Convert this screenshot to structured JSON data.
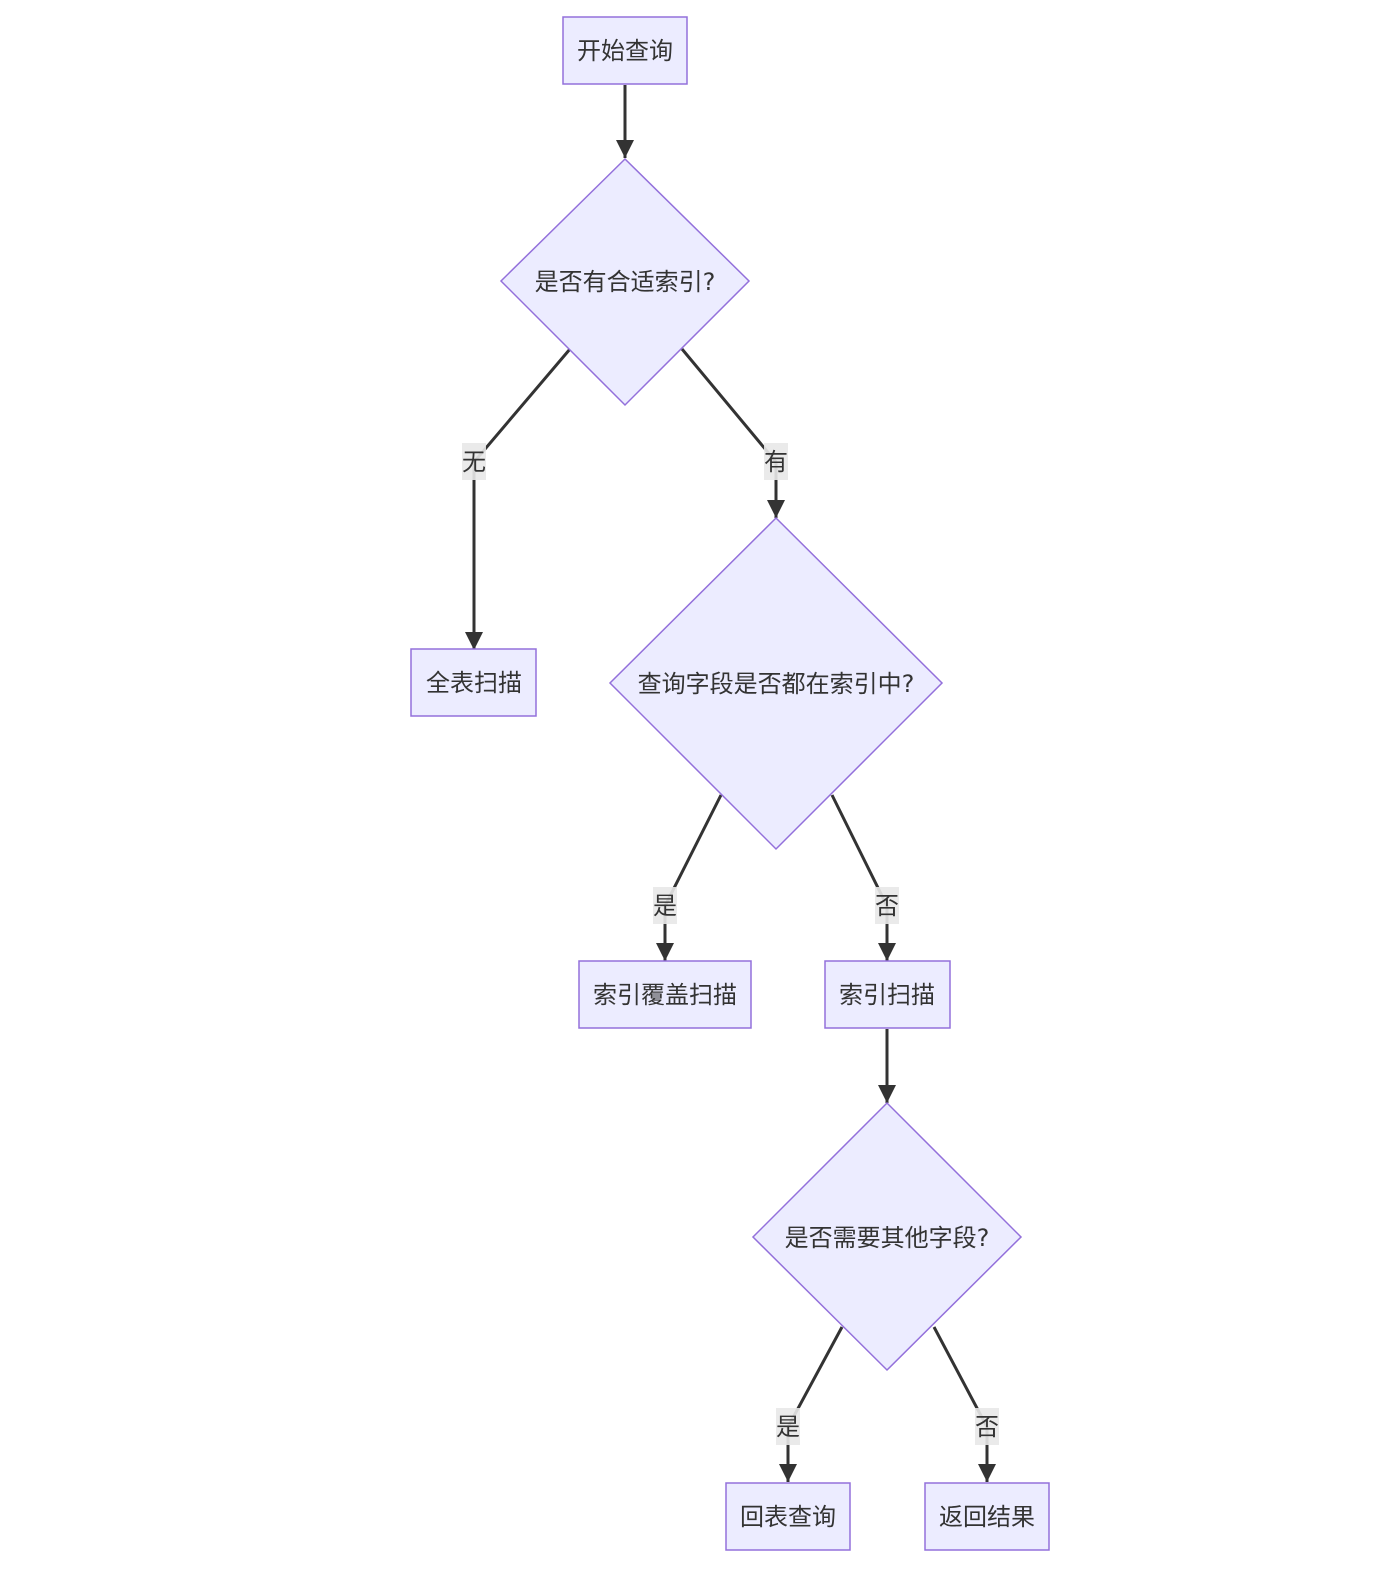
{
  "diagram": {
    "nodes": {
      "start": {
        "label": "开始查询"
      },
      "has_index": {
        "label": "是否有合适索引?"
      },
      "full_scan": {
        "label": "全表扫描"
      },
      "fields_in_index": {
        "label": "查询字段是否都在索引中?"
      },
      "covering_scan": {
        "label": "索引覆盖扫描"
      },
      "index_scan": {
        "label": "索引扫描"
      },
      "need_other_fields": {
        "label": "是否需要其他字段?"
      },
      "back_to_table": {
        "label": "回表查询"
      },
      "return_result": {
        "label": "返回结果"
      }
    },
    "edges": {
      "start_to_has_index": {
        "label": ""
      },
      "has_index_no": {
        "label": "无"
      },
      "has_index_yes": {
        "label": "有"
      },
      "fields_yes": {
        "label": "是"
      },
      "fields_no": {
        "label": "否"
      },
      "index_scan_to_need": {
        "label": ""
      },
      "need_yes": {
        "label": "是"
      },
      "need_no": {
        "label": "否"
      }
    }
  }
}
